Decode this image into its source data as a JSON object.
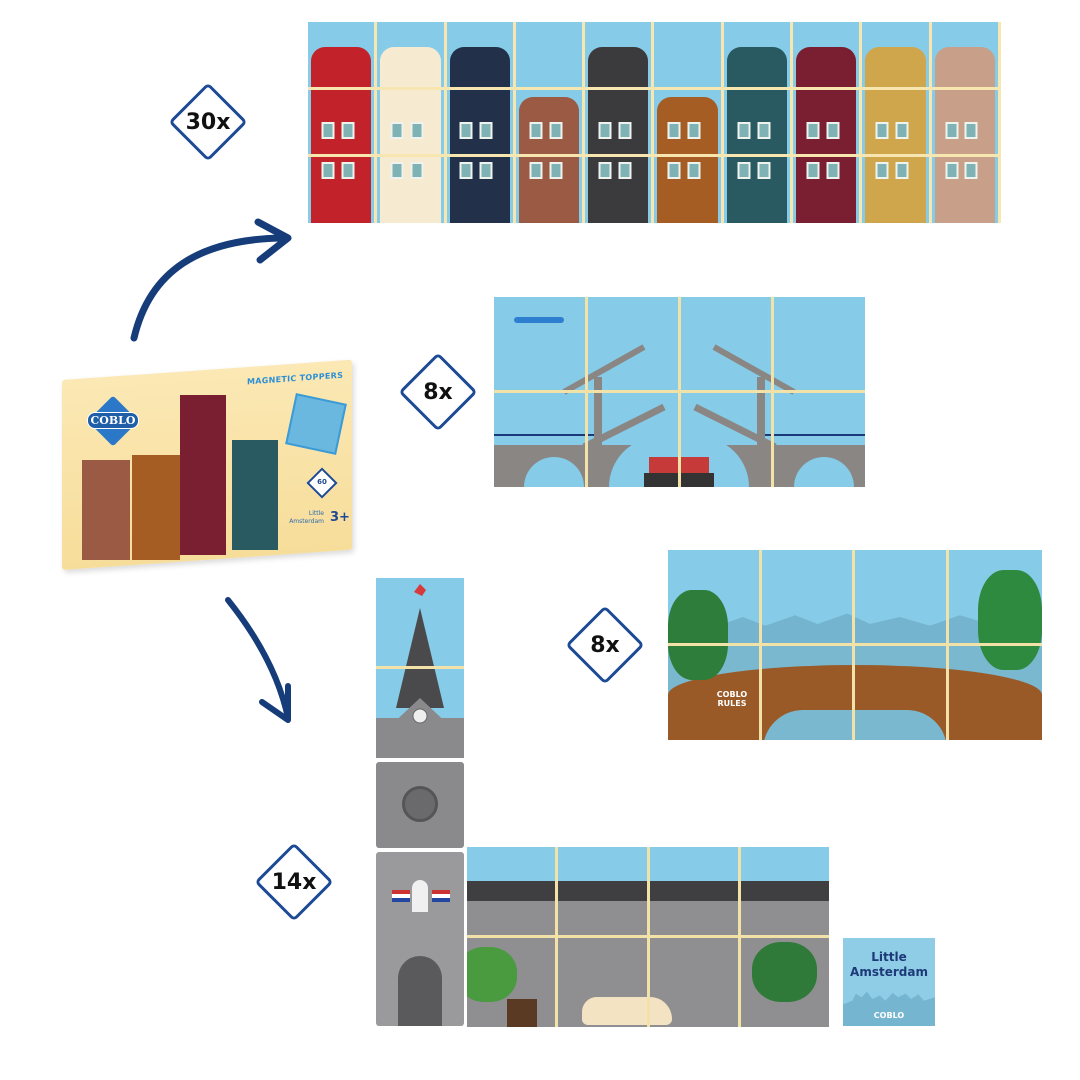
{
  "badges": {
    "houses": "30x",
    "drawbridge": "8x",
    "canal_bridge": "8x",
    "church": "14x"
  },
  "box": {
    "brand": "COBLO",
    "title": "MAGNETIC TOPPERS",
    "piece_count": "60",
    "set_name_line1": "Little",
    "set_name_line2": "Amsterdam",
    "age": "3+"
  },
  "cover_tile": {
    "title_line1": "Little",
    "title_line2": "Amsterdam",
    "brand": "COBLO"
  },
  "canal_bridge": {
    "graffiti": "COBLO RULES"
  },
  "colors": {
    "accent_blue": "#1c4a94",
    "sky": "#86cbe8",
    "tile_border": "#f3e2a8",
    "box_yellow": "#f9e2a6"
  },
  "houses": [
    {
      "color": "#c2232b",
      "top": "#c2232b"
    },
    {
      "color": "#f6ead0",
      "top": "#3a2c25"
    },
    {
      "color": "#22304a",
      "top": "#22304a"
    },
    {
      "color": "#9a5a44",
      "top": "#86cbe8"
    },
    {
      "color": "#3b3b3d",
      "top": "#3b3b3d"
    },
    {
      "color": "#a55d24",
      "top": "#86cbe8"
    },
    {
      "color": "#295a62",
      "top": "#295a62"
    },
    {
      "color": "#7a1f32",
      "top": "#5a1525"
    },
    {
      "color": "#cfa64c",
      "top": "#cfa64c"
    },
    {
      "color": "#c89f88",
      "top": "#c89f88"
    }
  ]
}
